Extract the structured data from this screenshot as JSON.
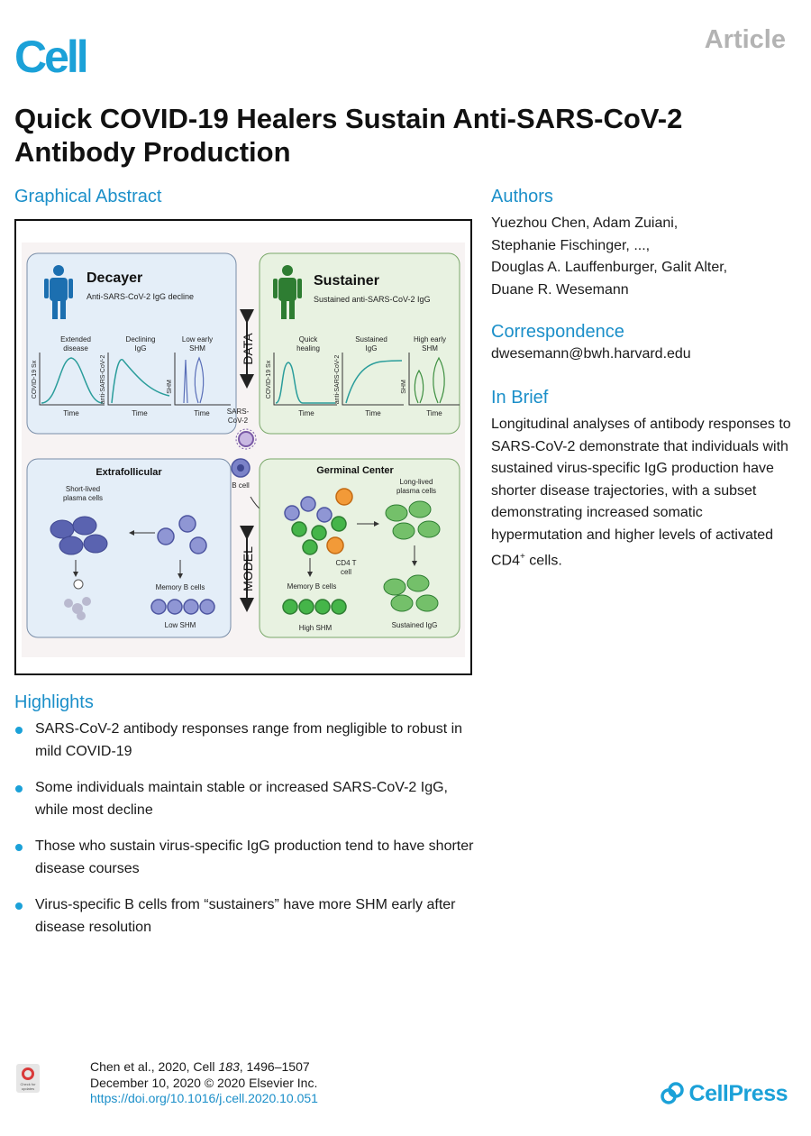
{
  "header": {
    "journal": "Cell",
    "article_type": "Article",
    "title": "Quick COVID-19 Healers Sustain Anti-SARS-CoV-2 Antibody Production"
  },
  "sections": {
    "graphical_abstract": "Graphical Abstract",
    "authors": "Authors",
    "correspondence": "Correspondence",
    "in_brief": "In Brief",
    "highlights": "Highlights"
  },
  "authors_lines": [
    "Yuezhou Chen, Adam Zuiani,",
    "Stephanie Fischinger, ...,",
    "Douglas A. Lauffenburger, Galit Alter,",
    "Duane R. Wesemann"
  ],
  "correspondence_email": "dwesemann@bwh.harvard.edu",
  "in_brief": {
    "text": "Longitudinal analyses of antibody responses to SARS-CoV-2 demonstrate that individuals with sustained virus-specific IgG production have shorter disease trajectories, with a subset demonstrating increased somatic hypermutation and higher levels of activated CD4",
    "sup": "+",
    "tail": " cells."
  },
  "highlights": [
    "SARS-CoV-2 antibody responses range from negligible to robust in mild COVID-19",
    "Some individuals maintain stable or increased SARS-CoV-2 IgG, while most decline",
    "Those who sustain virus-specific IgG production tend to have shorter disease courses",
    "Virus-specific B cells from “sustainers” have more SHM early after disease resolution"
  ],
  "graphical_abstract": {
    "decayer": {
      "title": "Decayer",
      "subtitle": "Anti-SARS-CoV-2 IgG decline",
      "plot1_label": [
        "Extended",
        "disease"
      ],
      "plot2_label": [
        "Declining",
        "IgG"
      ],
      "plot3_label": [
        "Low early",
        "SHM"
      ],
      "ylabel1": "COVID-19 Sx",
      "ylabel2": "anti-SARS-CoV-2",
      "ylabel3": "SHM",
      "xlabel": "Time"
    },
    "sustainer": {
      "title": "Sustainer",
      "subtitle": "Sustained anti-SARS-CoV-2 IgG",
      "plot1_label": [
        "Quick",
        "healing"
      ],
      "plot2_label": [
        "Sustained",
        "IgG"
      ],
      "plot3_label": [
        "High early",
        "SHM"
      ],
      "ylabel1": "COVID-19 Sx",
      "ylabel2": "anti-SARS-CoV-2",
      "ylabel3": "SHM",
      "xlabel": "Time"
    },
    "data_label": "DATA",
    "model_label": "MODEL",
    "virus_label": [
      "SARS-",
      "CoV-2"
    ],
    "b_cell_label": "B cell",
    "extrafollicular": {
      "title": "Extrafollicular",
      "short_lived": [
        "Short-lived",
        "plasma cells"
      ],
      "memory": "Memory B cells",
      "shm": "Low SHM"
    },
    "germinal_center": {
      "title": "Germinal Center",
      "long_lived": [
        "Long-lived",
        "plasma cells"
      ],
      "cd4": [
        "CD4 T",
        "cell"
      ],
      "memory": "Memory B cells",
      "shm": "High SHM",
      "sustained": "Sustained IgG"
    },
    "colors": {
      "decayer_bg": "#e4eef8",
      "sustainer_bg": "#e8f2e1",
      "teal": "#2a9d9b",
      "blue_cell": "#7b82c8",
      "green_cell": "#45b549",
      "orange_cell": "#f29a38",
      "virus": "#7a5aa6"
    }
  },
  "footer": {
    "citation_prefix": "Chen et al., 2020, Cell ",
    "volume": "183",
    "pages": ", 1496–1507",
    "date_line": "December 10, 2020 © 2020 Elsevier Inc.",
    "doi": "https://doi.org/10.1016/j.cell.2020.10.051",
    "crossmark": "Check for updates",
    "publisher": "CellPress"
  }
}
